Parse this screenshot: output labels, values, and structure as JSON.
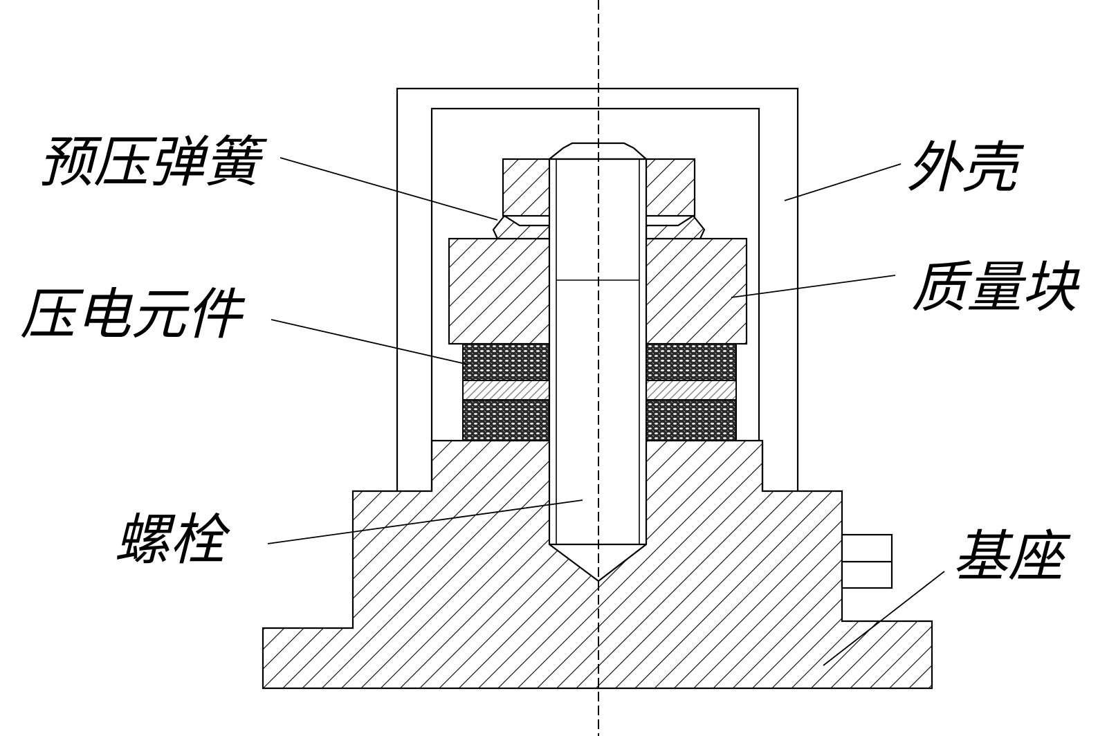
{
  "labels": {
    "preload_spring": "预压弹簧",
    "housing": "外壳",
    "mass_block": "质量块",
    "piezo_element": "压电元件",
    "bolt": "螺栓",
    "base": "基座"
  },
  "colors": {
    "line": "#000000",
    "background": "#ffffff",
    "piezo_dark": "#2a2a2a",
    "piezo_light": "#8a8a8a"
  }
}
